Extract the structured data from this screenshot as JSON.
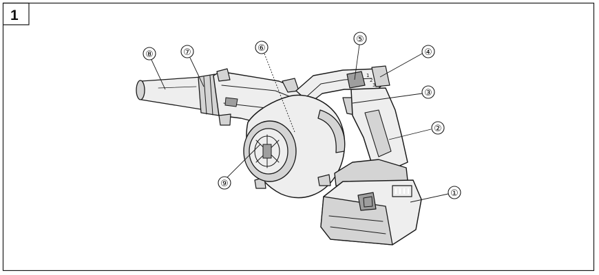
{
  "figure": {
    "number": "1"
  },
  "callouts": [
    {
      "id": "1",
      "label": "①"
    },
    {
      "id": "2",
      "label": "②"
    },
    {
      "id": "3",
      "label": "③"
    },
    {
      "id": "4",
      "label": "④"
    },
    {
      "id": "5",
      "label": "⑤"
    },
    {
      "id": "6",
      "label": "⑥"
    },
    {
      "id": "7",
      "label": "⑦"
    },
    {
      "id": "8",
      "label": "⑧"
    },
    {
      "id": "9",
      "label": "⑨"
    }
  ],
  "speed_dial": {
    "marks": [
      "1",
      "2",
      "3"
    ]
  }
}
